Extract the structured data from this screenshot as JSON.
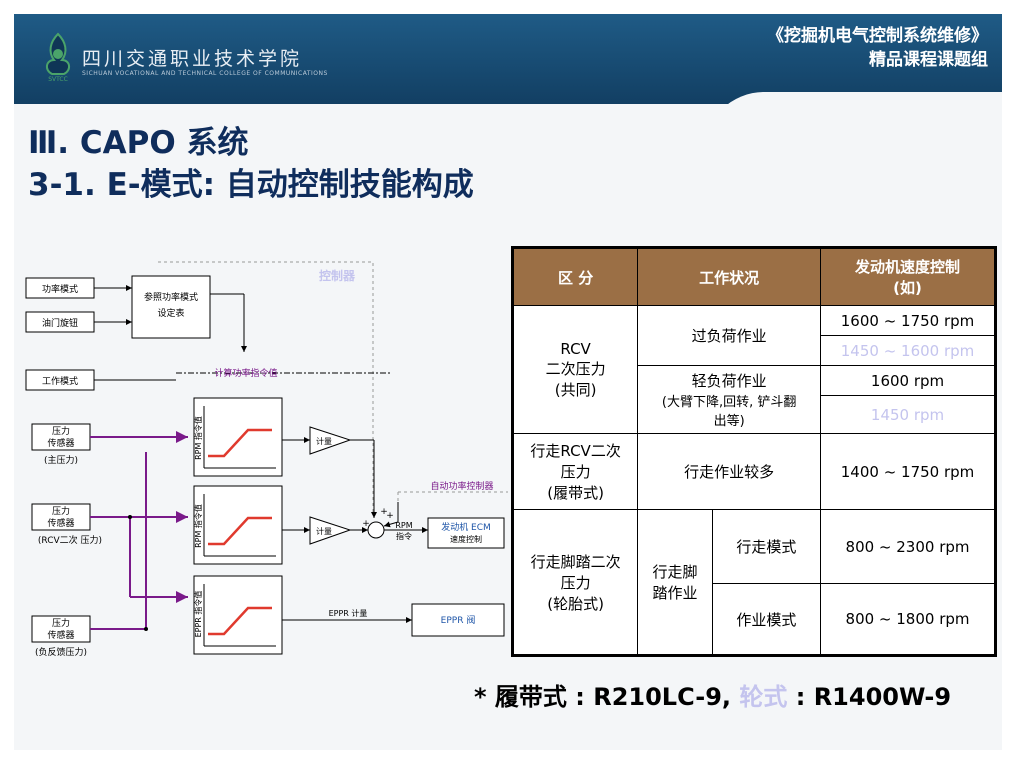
{
  "header": {
    "school_name": "四川交通职业技术学院",
    "school_sub": "SICHUAN VOCATIONAL AND TECHNICAL COLLEGE OF COMMUNICATIONS",
    "course_title": "《挖掘机电气控制系统维修》",
    "course_group": "精品课程课题组"
  },
  "title": {
    "line1": "Ⅲ. CAPO 系统",
    "line2": "3-1. E-模式: 自动控制技能构成"
  },
  "diagram": {
    "in_power_mode": "功率模式",
    "in_throttle": "油门旋钮",
    "in_work_mode": "工作模式",
    "sensor1_l1": "压力",
    "sensor1_l2": "传感器",
    "sensor1_l3": "(主压力)",
    "sensor2_l1": "压力",
    "sensor2_l2": "传感器",
    "sensor2_l3": "(RCV二次 压力)",
    "sensor3_l1": "压力",
    "sensor3_l2": "传感器",
    "sensor3_l3": "(负反馈压力)",
    "ref_table_l1": "参照功率模式",
    "ref_table_l2": "设定表",
    "controller": "控制器",
    "calc_power_cmd": "计算功率指令值",
    "graph_label_1": "RPM 指令值",
    "graph_label_2": "RPM 指令值",
    "graph_label_3": "EPPR 指令值",
    "calc1": "计量",
    "calc2": "计量",
    "auto_power_controller": "自动功率控制器",
    "rpm_cmd_l1": "RPM",
    "rpm_cmd_l2": "指令",
    "ecm_l1": "发动机 ECM",
    "ecm_l2": "速度控制",
    "eppr_calc": "EPPR 计量",
    "eppr_valve": "EPPR 阀",
    "plus1": "+",
    "plus2": "+",
    "plus3": "+"
  },
  "table": {
    "headers": [
      "区 分",
      "工作状况",
      "发动机速度控制",
      "(如)"
    ],
    "rcv_l1": "RCV",
    "rcv_l2": "二次压力",
    "rcv_l3": "(共同)",
    "overload": "过负荷作业",
    "overload_rpm1": "1600 ~ 1750 rpm",
    "overload_rpm2": "1450 ~ 1600 rpm",
    "light_l1": "轻负荷作业",
    "light_l2": "(大臂下降,回转, 铲斗翻",
    "light_l3": "出等)",
    "light_rpm1": "1600 rpm",
    "light_rpm2": "1450 rpm",
    "travel_l1": "行走RCV二次",
    "travel_l2": "压力",
    "travel_l3": "(履带式)",
    "travel_work": "行走作业较多",
    "travel_rpm": "1400 ~ 1750 rpm",
    "pedal_l1": "行走脚踏二次",
    "pedal_l2": "压力",
    "pedal_l3": "(轮胎式)",
    "pedal_work_l1": "行走脚",
    "pedal_work_l2": "踏作业",
    "mode_travel": "行走模式",
    "mode_travel_rpm": "800 ~ 2300 rpm",
    "mode_work": "作业模式",
    "mode_work_rpm": "800 ~ 1800 rpm"
  },
  "footnote": {
    "star": "* ",
    "crawler": "履带式",
    "crawler_model": " : R210LC-9,  ",
    "wheel": "轮式",
    "wheel_model": " : R1400W-9"
  },
  "colors": {
    "header_bg": "#1a4f79",
    "title_text": "#0f2d5c",
    "table_header_bg": "#9b6f45",
    "diagram_purple": "#7a1a8a",
    "diagram_red": "#e03a2e",
    "faint_text": "#c4c4ee"
  }
}
